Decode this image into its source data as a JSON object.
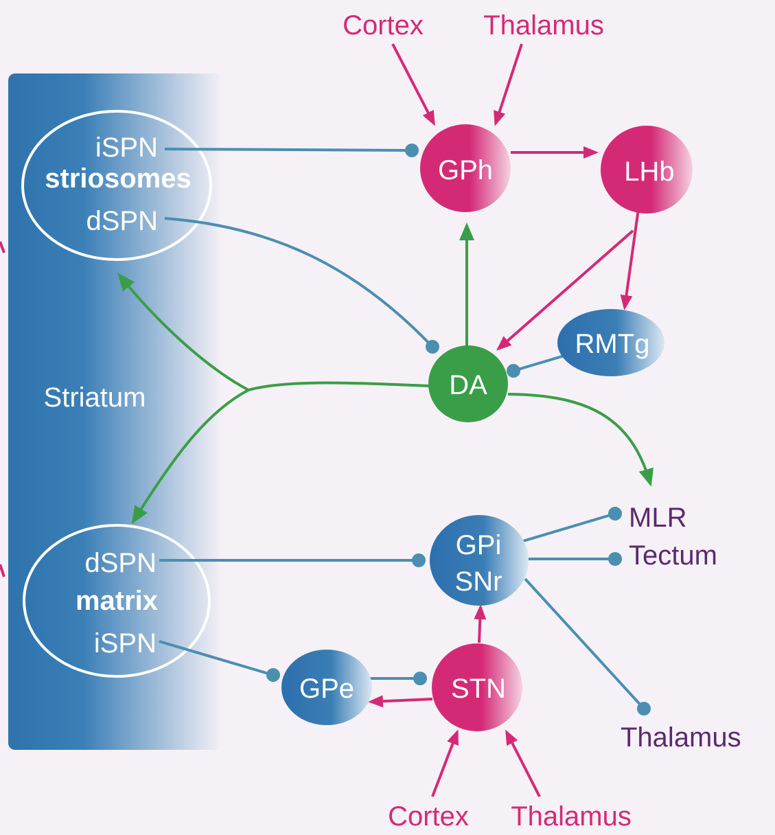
{
  "colors": {
    "background": "#f6f1f6",
    "striatum_blue": "#2f73ad",
    "node_blue": "#2c6fae",
    "inhibitory_line": "#4a8fb0",
    "excitatory_pink": "#d42a76",
    "dopamine_green": "#3a9e48",
    "label_purple": "#5a2a6e"
  },
  "striatum": {
    "label": "Striatum",
    "striosomes": {
      "top": "iSPN",
      "name": "striosomes",
      "bottom": "dSPN"
    },
    "matrix": {
      "top": "dSPN",
      "name": "matrix",
      "bottom": "iSPN"
    }
  },
  "nodes": {
    "gph": "GPh",
    "lhb": "LHb",
    "rmtg": "RMTg",
    "da": "DA",
    "gpi_snr": {
      "line1": "GPi",
      "line2": "SNr"
    },
    "gpe": "GPe",
    "stn": "STN"
  },
  "inputs": {
    "top_cortex": "Cortex",
    "top_thalamus": "Thalamus",
    "bottom_cortex": "Cortex",
    "bottom_thalamus": "Thalamus"
  },
  "outputs": {
    "mlr": "MLR",
    "tectum": "Tectum",
    "thalamus": "Thalamus"
  }
}
